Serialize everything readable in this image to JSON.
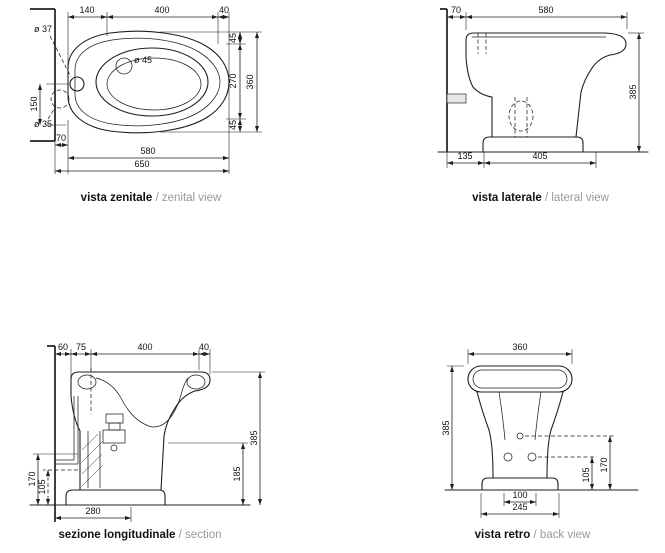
{
  "document": {
    "background": "#ffffff",
    "line_color": "#1f1f1f",
    "muted_color": "#999999"
  },
  "views": {
    "zenital": {
      "caption_it": "vista zenitale",
      "caption_en": "/ zenital view",
      "dims": {
        "d37": "ø 37",
        "d140": "140",
        "d400": "400",
        "d40": "40",
        "d45_hole": "ø 45",
        "d45_top": "45",
        "d270": "270",
        "d45_bottom": "45",
        "d360": "360",
        "d150": "150",
        "d35": "ø 35",
        "d70": "70",
        "d580": "580",
        "d650": "650"
      }
    },
    "lateral": {
      "caption_it": "vista laterale",
      "caption_en": "/ lateral view",
      "dims": {
        "d70": "70",
        "d580": "580",
        "d385": "385",
        "d135": "135",
        "d405": "405"
      }
    },
    "section": {
      "caption_it": "sezione longitudinale",
      "caption_en": "/ section",
      "dims": {
        "d60": "60",
        "d75": "75",
        "d400": "400",
        "d40": "40",
        "d170": "170",
        "d105": "105",
        "d185": "185",
        "d385": "385",
        "d280": "280"
      }
    },
    "back": {
      "caption_it": "vista retro",
      "caption_en": "/ back view",
      "dims": {
        "d360": "360",
        "d385": "385",
        "d105": "105",
        "d170": "170",
        "d100": "100",
        "d245": "245"
      }
    }
  }
}
